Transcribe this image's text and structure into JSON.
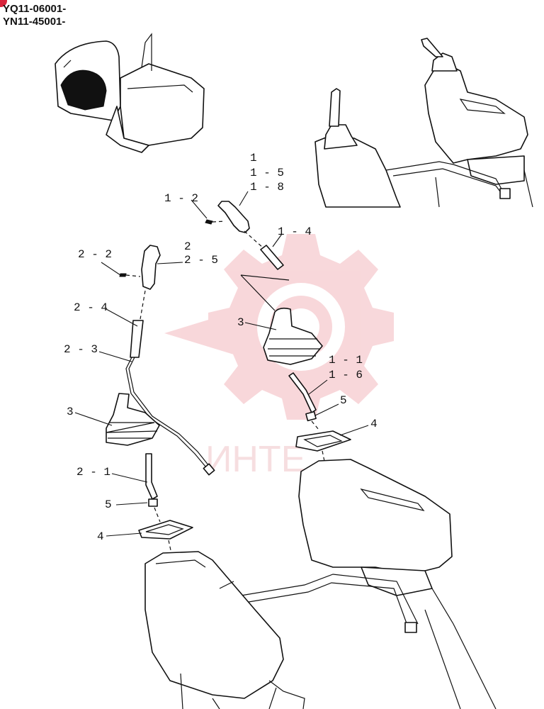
{
  "serial_numbers": [
    "YQ11-06001-",
    "YN11-45001-"
  ],
  "watermark": {
    "text": "ИНТЕ",
    "color": "#f3b8bd"
  },
  "colors": {
    "badge": "#d7243b",
    "line": "#111111"
  },
  "callouts": [
    {
      "id": "c1",
      "text": "1"
    },
    {
      "id": "c1-5",
      "text": "1 - 5"
    },
    {
      "id": "c1-8",
      "text": "1 - 8"
    },
    {
      "id": "c1-2",
      "text": "1 - 2"
    },
    {
      "id": "c1-4",
      "text": "1 - 4"
    },
    {
      "id": "c2",
      "text": "2"
    },
    {
      "id": "c2-2",
      "text": "2 - 2"
    },
    {
      "id": "c2-5",
      "text": "2 - 5"
    },
    {
      "id": "c2-4",
      "text": "2 - 4"
    },
    {
      "id": "c2-3",
      "text": "2 - 3"
    },
    {
      "id": "c3-right",
      "text": "3"
    },
    {
      "id": "c1-1",
      "text": "1 - 1"
    },
    {
      "id": "c1-6",
      "text": "1 - 6"
    },
    {
      "id": "c5-right",
      "text": "5"
    },
    {
      "id": "c4-right",
      "text": "4"
    },
    {
      "id": "c3-left",
      "text": "3"
    },
    {
      "id": "c2-1",
      "text": "2 - 1"
    },
    {
      "id": "c5-left",
      "text": "5"
    },
    {
      "id": "c4-left",
      "text": "4"
    }
  ]
}
